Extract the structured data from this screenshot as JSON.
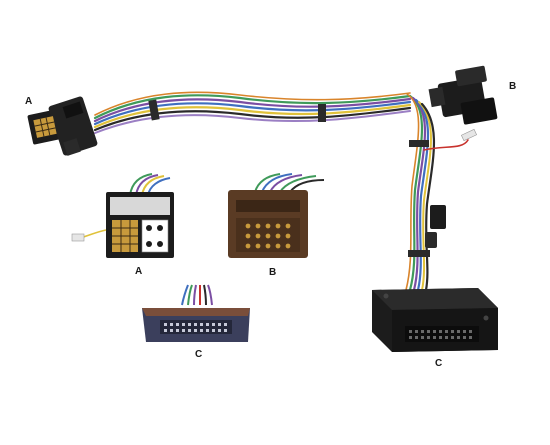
{
  "labels": {
    "connector_a_top": "A",
    "connector_b_top": "B",
    "connector_a_detail": "A",
    "connector_b_detail": "B",
    "connector_c_detail": "C",
    "module_c": "C"
  },
  "colors": {
    "background": "#ffffff",
    "connector_black": "#1c1c1c",
    "connector_brown": "#5a3b24",
    "pin_gold": "#c89a3c",
    "module_navy": "#3b3f5c",
    "wire_green": "#3f9a5a",
    "wire_purple": "#7b4ea3",
    "wire_blue": "#3f6fbf",
    "wire_yellow": "#e0c23a",
    "wire_red": "#c8322d",
    "wire_orange": "#d9842b",
    "wire_black": "#2a2a2a"
  }
}
